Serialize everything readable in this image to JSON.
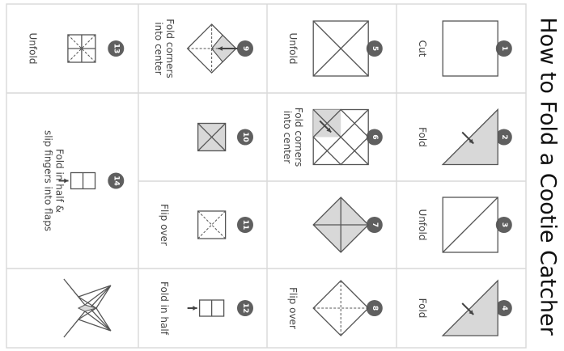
{
  "title": "How to Fold a Cootie Catcher",
  "colors": {
    "grid": "#d9d9d9",
    "line": "#555555",
    "fill": "#d8d8d8",
    "badge": "#5f5f5f",
    "text": "#444444",
    "title": "#111111"
  },
  "steps": [
    {
      "num": "1",
      "label": [
        "Cut"
      ],
      "icon": "square-icon"
    },
    {
      "num": "2",
      "label": [
        "Fold"
      ],
      "icon": "triangle-fold-icon"
    },
    {
      "num": "3",
      "label": [
        "Unfold"
      ],
      "icon": "square-diagonal-icon"
    },
    {
      "num": "4",
      "label": [
        "Fold"
      ],
      "icon": "triangle-fold-icon"
    },
    {
      "num": "5",
      "label": [
        "Unfold"
      ],
      "icon": "square-x-icon"
    },
    {
      "num": "6",
      "label": [
        "Fold corners",
        "into center"
      ],
      "icon": "corner-fold-icon"
    },
    {
      "num": "7",
      "label": [],
      "icon": "diamond-filled-icon"
    },
    {
      "num": "8",
      "label": [
        "Flip over"
      ],
      "icon": "diamond-outline-icon"
    },
    {
      "num": "9",
      "label": [
        "Fold corners",
        "into center"
      ],
      "icon": "diamond-corner-fold-icon"
    },
    {
      "num": "10",
      "label": [],
      "icon": "small-square-x-icon"
    },
    {
      "num": "11",
      "label": [
        "Flip over"
      ],
      "icon": "small-square-dashed-icon"
    },
    {
      "num": "12",
      "label": [
        "Fold in half"
      ],
      "icon": "fold-half-icon"
    },
    {
      "num": "13",
      "label": [
        "Unfold"
      ],
      "icon": "small-square-grid-icon"
    },
    {
      "num": "14",
      "label": [
        "Fold in half &",
        "slip fingers into flaps"
      ],
      "icon": "fold-half-icon"
    },
    {
      "num": "",
      "label": [],
      "icon": "cootie-catcher-icon"
    }
  ]
}
